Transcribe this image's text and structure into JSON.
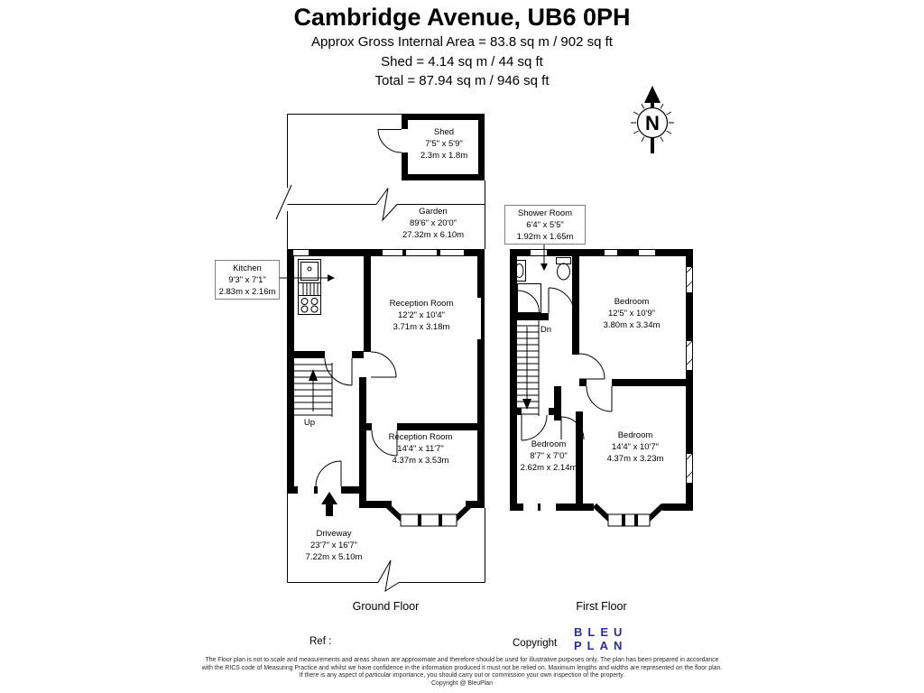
{
  "header": {
    "title": "Cambridge Avenue, UB6 0PH",
    "subtitle1": "Approx Gross Internal Area = 83.8 sq m / 902 sq ft",
    "subtitle2": "Shed = 4.14 sq m / 44 sq ft",
    "subtitle3": "Total = 87.94 sq m / 946 sq ft"
  },
  "compass": {
    "label": "N"
  },
  "ground_floor": {
    "label": "Ground Floor",
    "stairs_label": "Up",
    "rooms": {
      "shed": {
        "name": "Shed",
        "imperial": "7'5\" x 5'9\"",
        "metric": "2.3m x 1.8m"
      },
      "garden": {
        "name": "Garden",
        "imperial": "89'6\" x 20'0\"",
        "metric": "27.32m x 6.10m"
      },
      "kitchen": {
        "name": "Kitchen",
        "imperial": "9'3\" x 7'1\"",
        "metric": "2.83m x 2.16m"
      },
      "reception1": {
        "name": "Reception Room",
        "imperial": "12'2\" x 10'4\"",
        "metric": "3.71m x 3.18m"
      },
      "reception2": {
        "name": "Reception Room",
        "imperial": "14'4\" x 11'7\"",
        "metric": "4.37m x 3.53m"
      },
      "driveway": {
        "name": "Driveway",
        "imperial": "23'7\" x 16'7\"",
        "metric": "7.22m x 5.10m"
      }
    }
  },
  "first_floor": {
    "label": "First Floor",
    "stairs_label": "Dn",
    "rooms": {
      "shower": {
        "name": "Shower Room",
        "imperial": "6'4\" x 5'5\"",
        "metric": "1.92m x 1.65m"
      },
      "bedroom1": {
        "name": "Bedroom",
        "imperial": "12'5\" x 10'9\"",
        "metric": "3.80m x 3.34m"
      },
      "bedroom2": {
        "name": "Bedroom",
        "imperial": "8'7\" x 7'0\"",
        "metric": "2.62m x 2.14m"
      },
      "bedroom3": {
        "name": "Bedroom",
        "imperial": "14'4\" x 10'7\"",
        "metric": "4.37m x 3.23m"
      }
    }
  },
  "footer": {
    "ref": "Ref :",
    "copyright": "Copyright",
    "logo": {
      "line1": "BLEU",
      "line2": "PLAN",
      "color": "#2b2d8c"
    },
    "disclaimer": [
      "The Floor plan is not to scale and measurements and areas shown are approximate and therefore should be used for illustrative purposes only. The plan has been prepared in accordance",
      "with the RICS code of Measuring Practice and whilst we have confidence in the information produced it must not be relied on. Maximum lengths and widths are represented on the floor plan.",
      "If there is any aspect of particular importance, you should carry out or commission your own inspection of the property.",
      "Copyright @ BleuPlan"
    ]
  }
}
